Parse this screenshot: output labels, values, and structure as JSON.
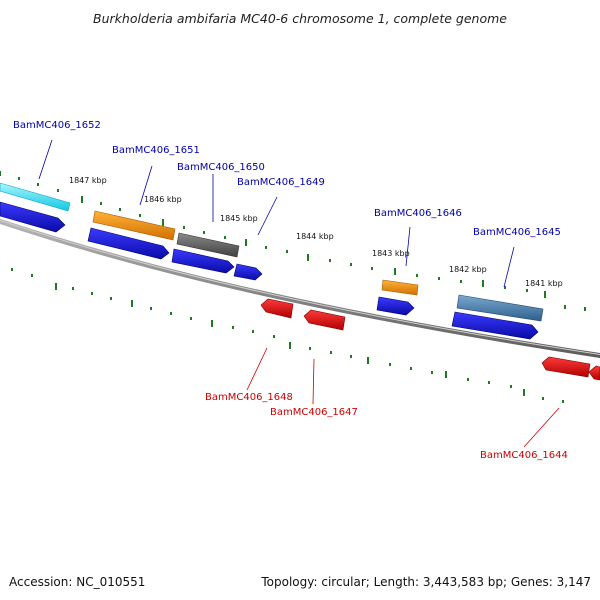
{
  "title": "Burkholderia ambifaria MC40-6 chromosome 1, complete genome",
  "footer": {
    "accession": "Accession: NC_010551",
    "summary": "Topology: circular; Length: 3,443,583 bp; Genes: 3,147"
  },
  "colors": {
    "backbone": "#7a7a7a",
    "tick": "#1f7a1f",
    "forward_label": "#0000aa",
    "reverse_label": "#cc0000",
    "forward_cds": "#1a1adb",
    "reverse_cds": "#ee1111",
    "rna_cyan": "#22ddee",
    "orange": "#f0900a",
    "gray": "#6b6b6b",
    "steelblue": "#4a7fae"
  },
  "scale_labels": [
    "1847 kbp",
    "1846 kbp",
    "1845 kbp",
    "1844 kbp",
    "1843 kbp",
    "1842 kbp",
    "1841 kbp"
  ],
  "features": {
    "forward_outer": [
      {
        "color": "rna_cyan"
      },
      {
        "color": "orange"
      },
      {
        "color": "gray"
      },
      {
        "color": "orange"
      },
      {
        "color": "steelblue"
      }
    ],
    "forward_cds": [
      {
        "color": "forward_cds"
      },
      {
        "color": "forward_cds"
      },
      {
        "color": "forward_cds"
      },
      {
        "color": "forward_cds"
      },
      {
        "color": "forward_cds"
      },
      {
        "color": "forward_cds"
      }
    ],
    "reverse_cds": [
      {
        "color": "reverse_cds"
      },
      {
        "color": "reverse_cds"
      },
      {
        "color": "reverse_cds"
      },
      {
        "color": "reverse_cds"
      }
    ]
  },
  "gene_labels": {
    "forward": [
      "BamMC406_1652",
      "BamMC406_1651",
      "BamMC406_1650",
      "BamMC406_1649",
      "BamMC406_1646",
      "BamMC406_1645"
    ],
    "reverse": [
      "BamMC406_1648",
      "BamMC406_1647",
      "BamMC406_1644"
    ]
  }
}
